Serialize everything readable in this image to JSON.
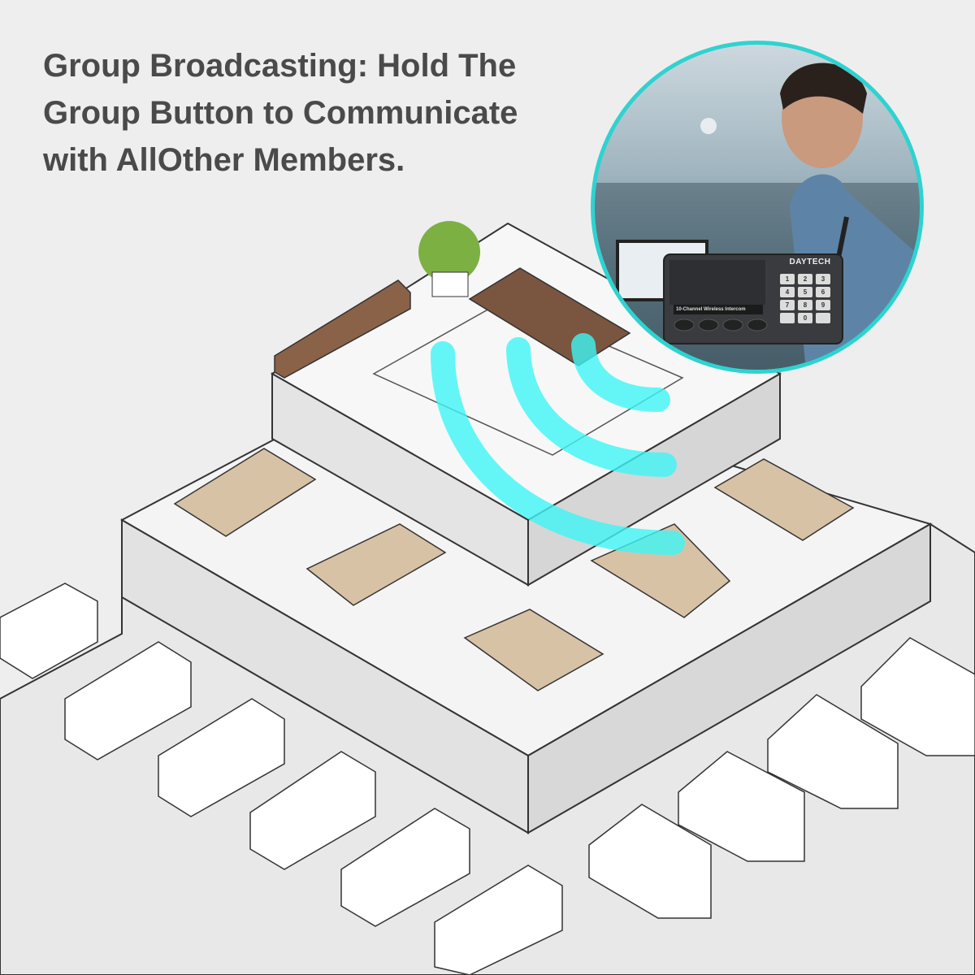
{
  "headline": {
    "lines": [
      "Group Broadcasting: Hold The",
      "Group Button to Communicate",
      "with AllOther Members."
    ]
  },
  "device": {
    "brand": "DAYTECH",
    "label": "10-Channel Wireless Intercom",
    "keys": [
      "1",
      "2",
      "3",
      "4",
      "5",
      "6",
      "7",
      "8",
      "9",
      "",
      "0",
      ""
    ]
  },
  "colors": {
    "accent": "#2ed3d0",
    "wave": "#3ff5f5",
    "text": "#4a4a4a",
    "desk_dark": "#7a5540",
    "desk_light": "#d8c2a6"
  }
}
